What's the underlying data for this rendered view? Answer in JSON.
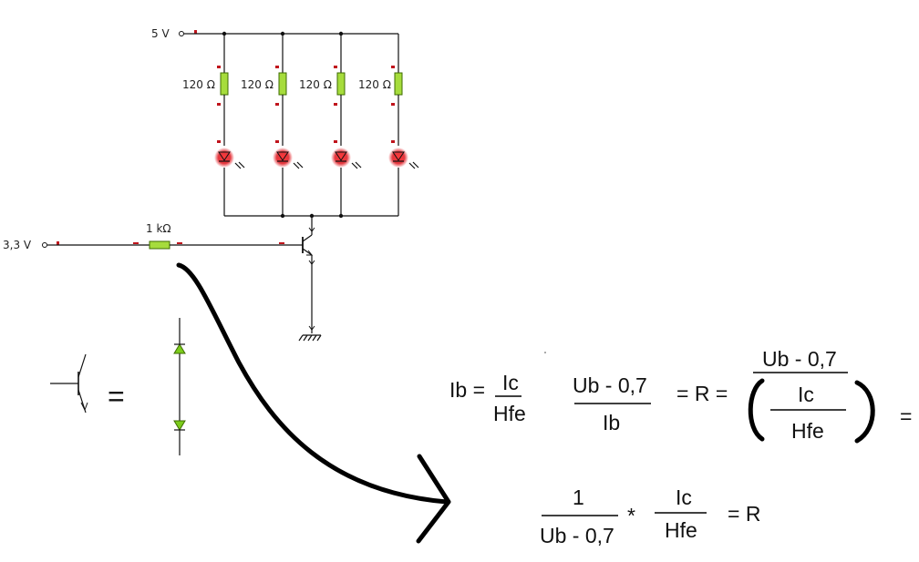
{
  "circuit": {
    "supply_label": "5 V",
    "input_label": "3,3 V",
    "led_resistor_labels": [
      "120 Ω",
      "120 Ω",
      "120 Ω",
      "120 Ω"
    ],
    "base_resistor_label": "1 kΩ"
  },
  "equivalence": {
    "equals_sign": "="
  },
  "equations": {
    "eq1": {
      "lhs": "Ib =",
      "frac1_num": "Ic",
      "frac1_den": "Hfe",
      "frac2_num": "Ub - 0,7",
      "frac2_den": "Ib",
      "mid": "= R  =",
      "big_num": "Ub - 0,7",
      "inner_num": "Ic",
      "inner_den": "Hfe",
      "trail": "="
    },
    "eq2": {
      "frac1_num": "1",
      "frac1_den": "Ub - 0,7",
      "times": "*",
      "frac2_num": "Ic",
      "frac2_den": "Hfe",
      "rhs": "= R"
    }
  },
  "colors": {
    "resistor_fill": "#a6dc3c",
    "led_glow": "#e0141c",
    "pin_marker": "#c0141c",
    "diode_fill": "#7ccc1c"
  }
}
